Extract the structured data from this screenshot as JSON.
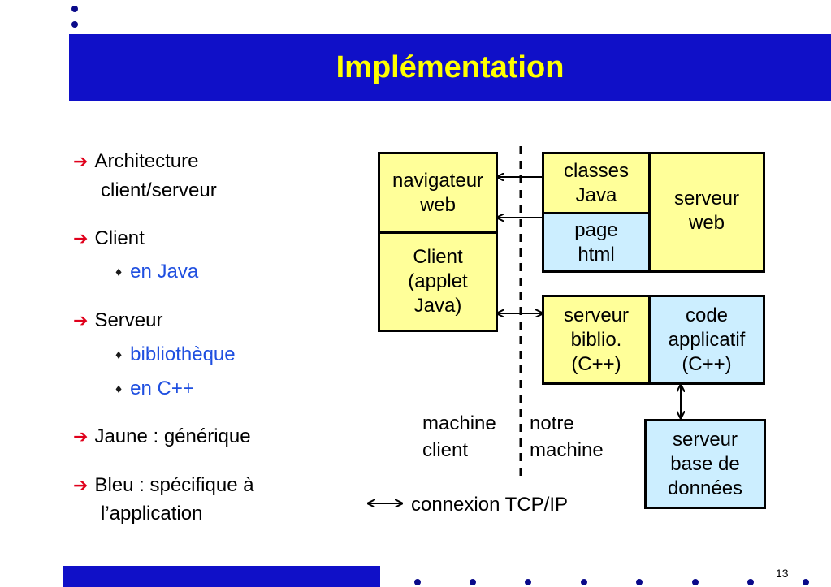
{
  "title": "Implémentation",
  "bullets": [
    {
      "text": "Architecture client/serveur",
      "line1": "Architecture",
      "line2": "client/serveur",
      "subs": []
    },
    {
      "text": "Client",
      "subs": [
        "en Java"
      ]
    },
    {
      "text": "Serveur",
      "subs": [
        "bibliothèque",
        "en C++"
      ]
    },
    {
      "text": "Jaune : générique",
      "subs": []
    },
    {
      "text": "Bleu : spécifique à l’application",
      "line1": "Bleu : spécifique à",
      "line2": "l’application",
      "subs": []
    }
  ],
  "diagram": {
    "navigateur": {
      "line1": "navigateur",
      "line2": "web"
    },
    "client_applet": {
      "line1": "Client",
      "line2": "(applet",
      "line3": "Java)"
    },
    "classes_java": {
      "line1": "classes",
      "line2": "Java"
    },
    "page_html": {
      "line1": "page",
      "line2": "html"
    },
    "serveur_web": {
      "line1": "serveur",
      "line2": "web"
    },
    "serveur_biblio": {
      "line1": "serveur",
      "line2": "biblio.",
      "line3": "(C++)"
    },
    "code_applicatif": {
      "line1": "code",
      "line2": "applicatif",
      "line3": "(C++)"
    },
    "serveur_bd": {
      "line1": "serveur",
      "line2": "base de",
      "line3": "données"
    },
    "machine_client": {
      "line1": "machine",
      "line2": "client"
    },
    "notre_machine": {
      "line1": "notre",
      "line2": "machine"
    },
    "legend": "connexion TCP/IP"
  },
  "page_number": "13",
  "colors": {
    "title_bar": "#1010c8",
    "title_text": "#ffff00",
    "generic": "#ffff99",
    "specific": "#cceeff",
    "bullet_arrow": "#e0001b",
    "sub_text": "#1f4fe0"
  }
}
